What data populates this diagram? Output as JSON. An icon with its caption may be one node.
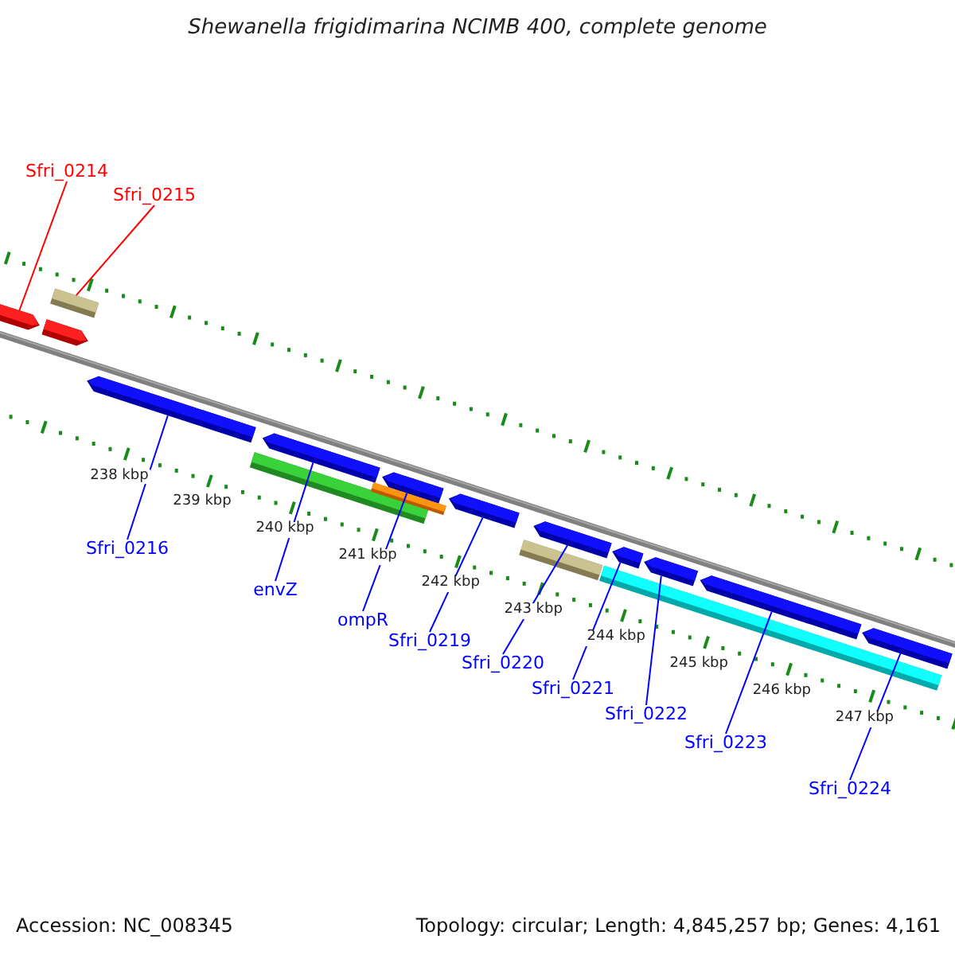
{
  "diagram": {
    "title": "Shewanella frigidimarina NCIMB 400, complete genome",
    "nodes": [
      {
        "text": [
          "Sfri_0214"
        ]
      },
      {
        "text": [
          "Sfri_0215"
        ]
      },
      {
        "text": [],
        "shape": "arrow"
      },
      {
        "text": [],
        "shape": "bar"
      },
      {
        "text": [],
        "shape": "arrow"
      },
      {
        "text": [],
        "shape": "arrow"
      },
      {
        "text": [],
        "shape": "arrow"
      },
      {
        "text": [],
        "shape": "arrow"
      },
      {
        "text": [],
        "shape": "arrow"
      },
      {
        "text": [],
        "shape": "arrow"
      },
      {
        "text": [],
        "shape": "arrow"
      },
      {
        "text": [],
        "shape": "arrow"
      },
      {
        "text": [],
        "shape": "arrow"
      },
      {
        "text": [],
        "shape": "arrow"
      },
      {
        "text": [],
        "shape": "bar"
      },
      {
        "text": [],
        "shape": "bar"
      },
      {
        "text": [],
        "shape": "bar"
      },
      {
        "text": [],
        "shape": "bar"
      },
      {
        "text": [
          "Sfri_0216"
        ]
      },
      {
        "text": [
          "envZ"
        ]
      },
      {
        "text": [
          "ompR"
        ]
      },
      {
        "text": [
          "Sfri_0219"
        ]
      },
      {
        "text": [
          "Sfri_0220"
        ]
      },
      {
        "text": [
          "Sfri_0221"
        ]
      },
      {
        "text": [
          "Sfri_0222"
        ]
      },
      {
        "text": [
          "Sfri_0223"
        ]
      },
      {
        "text": [
          "Sfri_0224"
        ]
      }
    ],
    "edges": [
      {
        "from": 0,
        "to": 2,
        "arrow": "none",
        "color": "#ff0000"
      },
      {
        "from": 1,
        "to": 3,
        "arrow": "none",
        "color": "#ff0000"
      },
      {
        "from": 18,
        "to": 5,
        "arrow": "none"
      },
      {
        "from": 19,
        "to": 6,
        "arrow": "none"
      },
      {
        "from": 20,
        "to": 7,
        "arrow": "none"
      },
      {
        "from": 21,
        "to": 8,
        "arrow": "none"
      },
      {
        "from": 22,
        "to": 9,
        "arrow": "none"
      },
      {
        "from": 23,
        "to": 10,
        "arrow": "none"
      },
      {
        "from": 24,
        "to": 11,
        "arrow": "none"
      },
      {
        "from": 25,
        "to": 12,
        "arrow": "none"
      },
      {
        "from": 26,
        "to": 13,
        "arrow": "none"
      }
    ],
    "labels": [
      "238 kbp",
      "239 kbp",
      "240 kbp",
      "241 kbp",
      "242 kbp",
      "243 kbp",
      "244 kbp",
      "245 kbp",
      "246 kbp",
      "247 kbp",
      "Accession: NC_008345",
      "Topology: circular; Length: 4,845,257 bp; Genes: 4,161"
    ]
  }
}
